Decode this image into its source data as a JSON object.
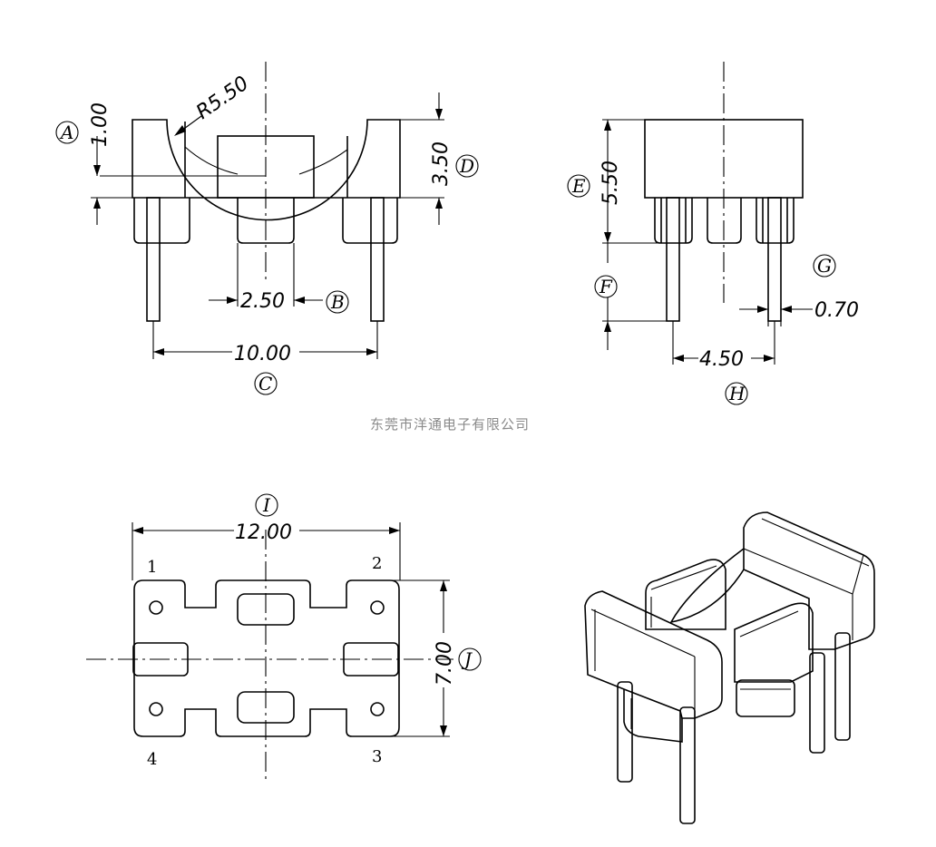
{
  "drawing": {
    "front_view": {
      "radius_label": "R5.50",
      "dim_1_00": "1.00",
      "dim_3_50": "3.50",
      "dim_2_50": "2.50",
      "dim_10_00": "10.00",
      "label_a": "A",
      "label_b": "B",
      "label_c": "C",
      "label_d": "D"
    },
    "side_view": {
      "dim_5_50": "5.50",
      "dim_0_70": "0.70",
      "dim_4_50": "4.50",
      "label_e": "E",
      "label_f": "F",
      "label_g": "G",
      "label_h": "H"
    },
    "watermark": "东莞市洋通电子有限公司",
    "bottom_view": {
      "dim_12_00": "12.00",
      "dim_7_00": "7.00",
      "label_i": "I",
      "label_j": "J",
      "pin_1": "1",
      "pin_2": "2",
      "pin_3": "3",
      "pin_4": "4"
    }
  }
}
